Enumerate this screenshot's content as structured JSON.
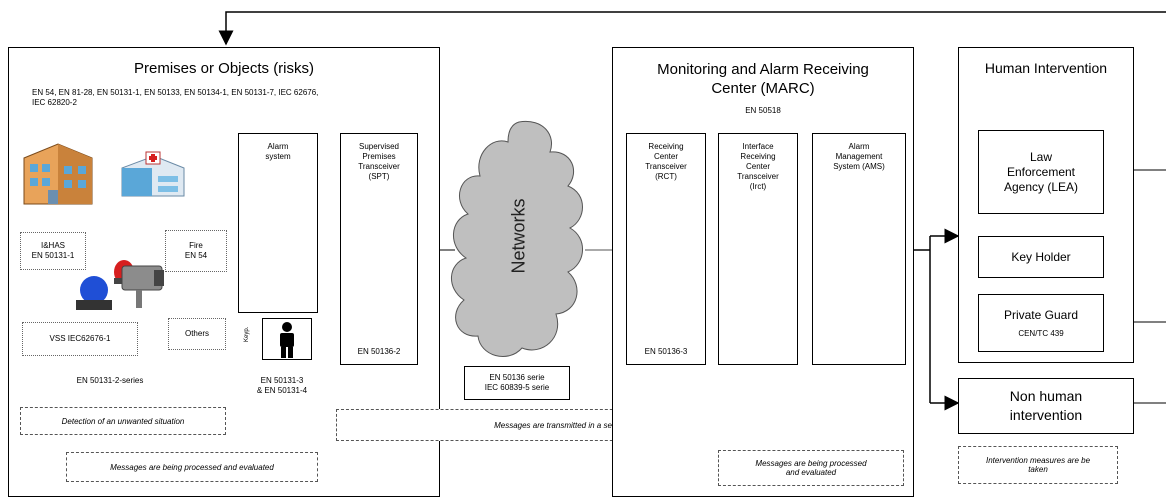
{
  "premises": {
    "title": "Premises or Objects (risks)",
    "standards": "EN 54, EN 81-28, EN 50131-1, EN 50133, EN 50134-1, EN 50131-7, IEC 62676,\nIEC 62820-2",
    "ihas": "I&HAS\nEN 50131-1",
    "fire": "Fire\nEN 54",
    "vss": "VSS  IEC62676-1",
    "others": "Others",
    "series_label": "EN 50131-2-series",
    "alarm_system": "Alarm\nsystem",
    "spt": "Supervised\nPremises\nTransceiver\n(SPT)",
    "spt_std": "EN 50136-2",
    "alarm_std": "EN 50131-3\n& EN 50131-4",
    "keypad_label": "Keyp.",
    "detection": "Detection of an unwanted situation",
    "processed": "Messages are being processed and evaluated"
  },
  "network": {
    "label": "Networks",
    "standards": "EN 50136 serie\nIEC 60839-5 serie",
    "transmitted": "Messages are transmitted in a secure way"
  },
  "marc": {
    "title": "Monitoring and Alarm Receiving\nCenter (MARC)",
    "standard": "EN 50518",
    "rct": "Receiving\nCenter\nTransceiver\n(RCT)",
    "rct_std": "EN 50136-3",
    "irct": "Interface\nReceiving\nCenter\nTransceiver\n(Irct)",
    "ams": "Alarm\nManagement\nSystem (AMS)",
    "processed": "Messages are being processed\nand evaluated"
  },
  "human": {
    "title": "Human Intervention",
    "lea": "Law\nEnforcement\nAgency (LEA)",
    "keyholder": "Key Holder",
    "guard": "Private Guard",
    "guard_std": "CEN/TC 439",
    "nonhuman": "Non human\nintervention",
    "measures": "Intervention measures are be\ntaken"
  },
  "colors": {
    "cloud_fill": "#bfbfbf",
    "building_orange": "#e8a35a",
    "building_blue": "#5aa7d8",
    "siren_blue": "#1f4fd6",
    "siren_red": "#d61f1f",
    "camera_gray": "#8c8c8c"
  }
}
